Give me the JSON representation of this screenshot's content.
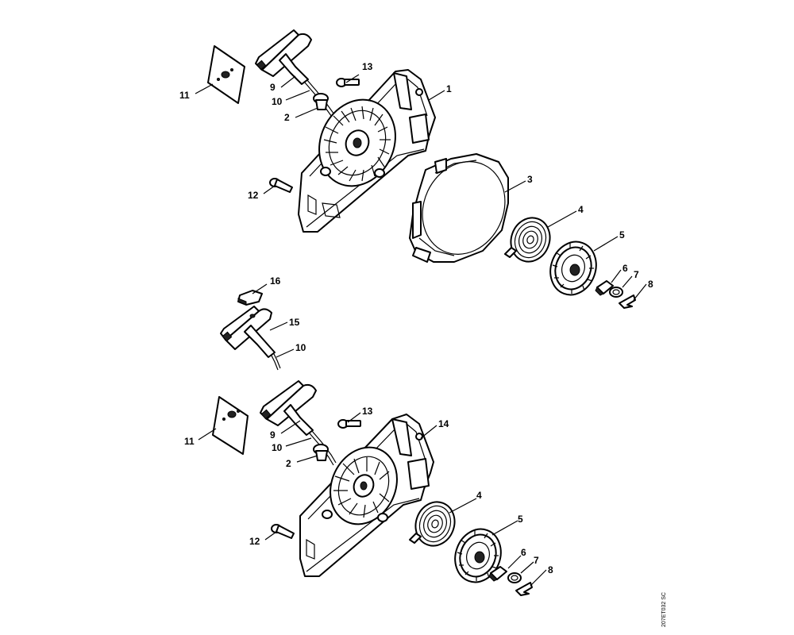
{
  "drawing_code": "207ET032 SC",
  "assemblies": [
    {
      "name": "upper",
      "callouts": [
        {
          "label": "1"
        },
        {
          "label": "2"
        },
        {
          "label": "3"
        },
        {
          "label": "4"
        },
        {
          "label": "5"
        },
        {
          "label": "6"
        },
        {
          "label": "7"
        },
        {
          "label": "8"
        },
        {
          "label": "9"
        },
        {
          "label": "10"
        },
        {
          "label": "11"
        },
        {
          "label": "12"
        },
        {
          "label": "13"
        }
      ]
    },
    {
      "name": "middle",
      "callouts": [
        {
          "label": "16"
        },
        {
          "label": "15"
        },
        {
          "label": "10"
        }
      ]
    },
    {
      "name": "lower",
      "callouts": [
        {
          "label": "14"
        },
        {
          "label": "2"
        },
        {
          "label": "4"
        },
        {
          "label": "5"
        },
        {
          "label": "6"
        },
        {
          "label": "7"
        },
        {
          "label": "8"
        },
        {
          "label": "9"
        },
        {
          "label": "10"
        },
        {
          "label": "11"
        },
        {
          "label": "12"
        },
        {
          "label": "13"
        }
      ]
    }
  ]
}
